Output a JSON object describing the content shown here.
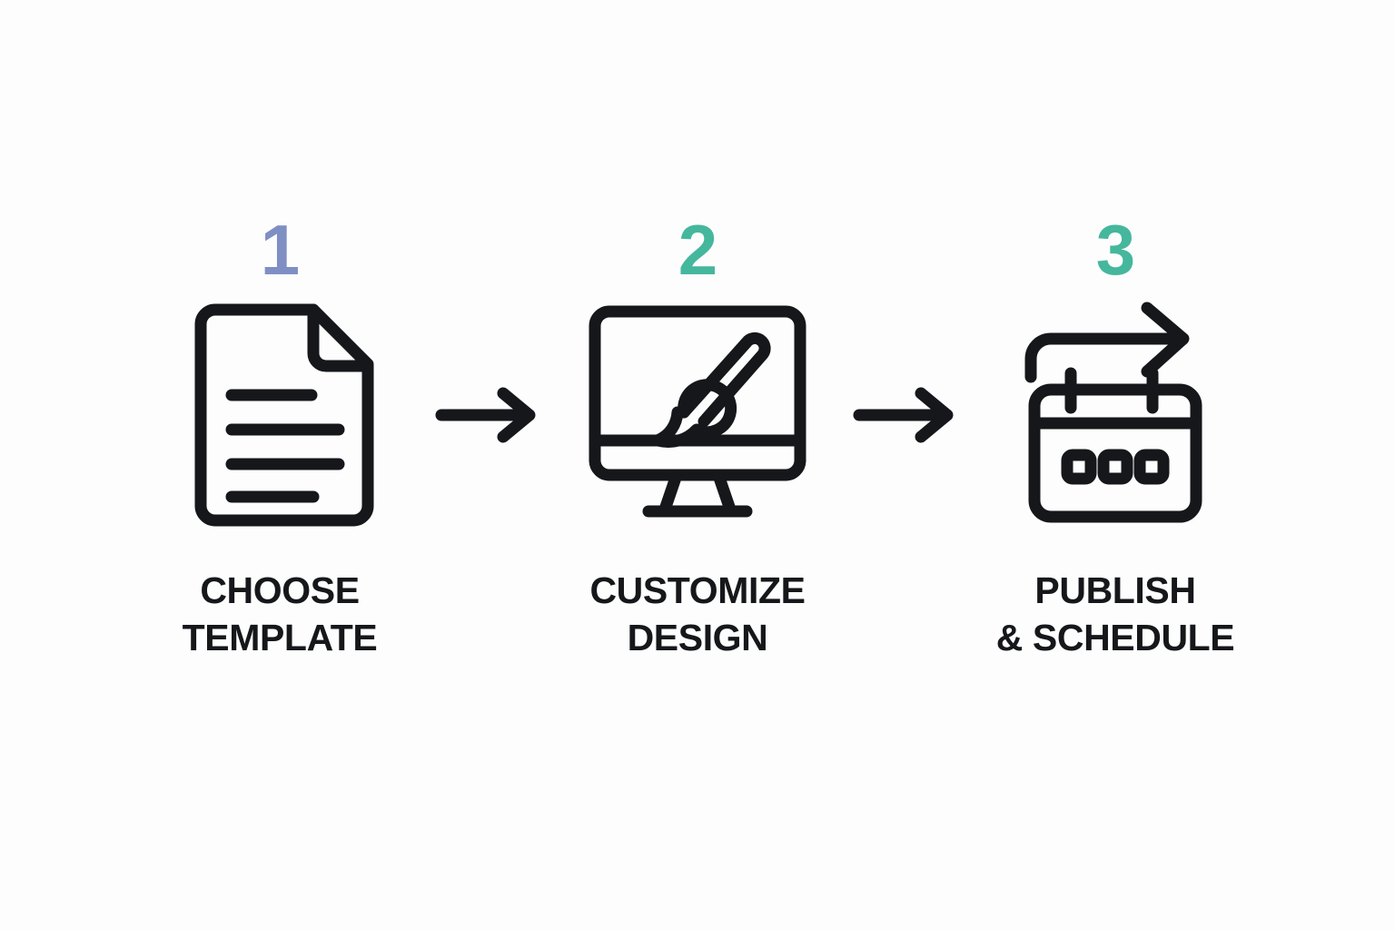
{
  "page": {
    "background_color": "#fdfdfd",
    "ink_color": "#15171a",
    "type": "three-step process infographic"
  },
  "steps": [
    {
      "number": "1",
      "number_color": "#7f8fc4",
      "icon": "document-lines-icon",
      "label": "CHOOSE\nTEMPLATE",
      "label_line1": "CHOOSE",
      "label_line2": "TEMPLATE"
    },
    {
      "number": "2",
      "number_color": "#45b79c",
      "icon": "monitor-paintbrush-icon",
      "label": "CUSTOMIZE\nDESIGN",
      "label_line1": "CUSTOMIZE",
      "label_line2": "DESIGN"
    },
    {
      "number": "3",
      "number_color": "#45b79c",
      "icon": "calendar-share-arrow-icon",
      "label": "PUBLISH\n& SCHEDULE",
      "label_line1": "PUBLISH",
      "label_line2": "& SCHEDULE"
    }
  ],
  "connectors": [
    {
      "icon": "arrow-right-icon",
      "color": "#15171a"
    },
    {
      "icon": "arrow-right-icon",
      "color": "#15171a"
    }
  ]
}
